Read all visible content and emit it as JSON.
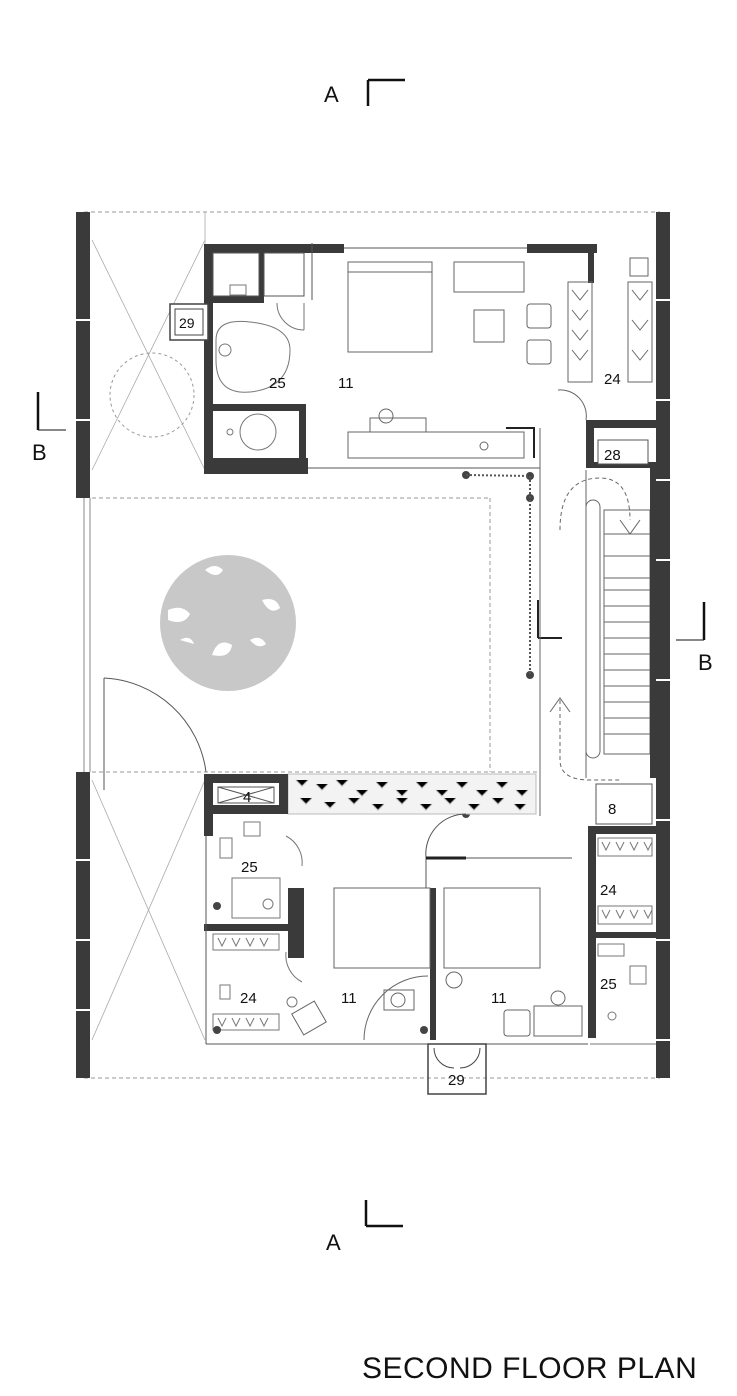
{
  "title": "SECOND FLOOR PLAN",
  "section_marks": {
    "a_top": "A",
    "a_bottom": "A",
    "b_left": "B",
    "b_right": "B"
  },
  "room_numbers": {
    "shaft_29_top": "29",
    "bath_25_top": "25",
    "bedroom_11_top": "11",
    "wardrobe_24_top": "24",
    "store_28": "28",
    "lift_8": "8",
    "store_4": "4",
    "bath_25_left": "25",
    "wardrobe_24_left": "24",
    "bedroom_11_left": "11",
    "bedroom_11_right": "11",
    "wardrobe_24_right": "24",
    "bath_25_right": "25",
    "shaft_29_bottom": "29"
  },
  "colors": {
    "wall": "#3a3a3a",
    "line": "#666666",
    "dashed": "#9a9a9a",
    "tree": "#c8c8c8"
  }
}
